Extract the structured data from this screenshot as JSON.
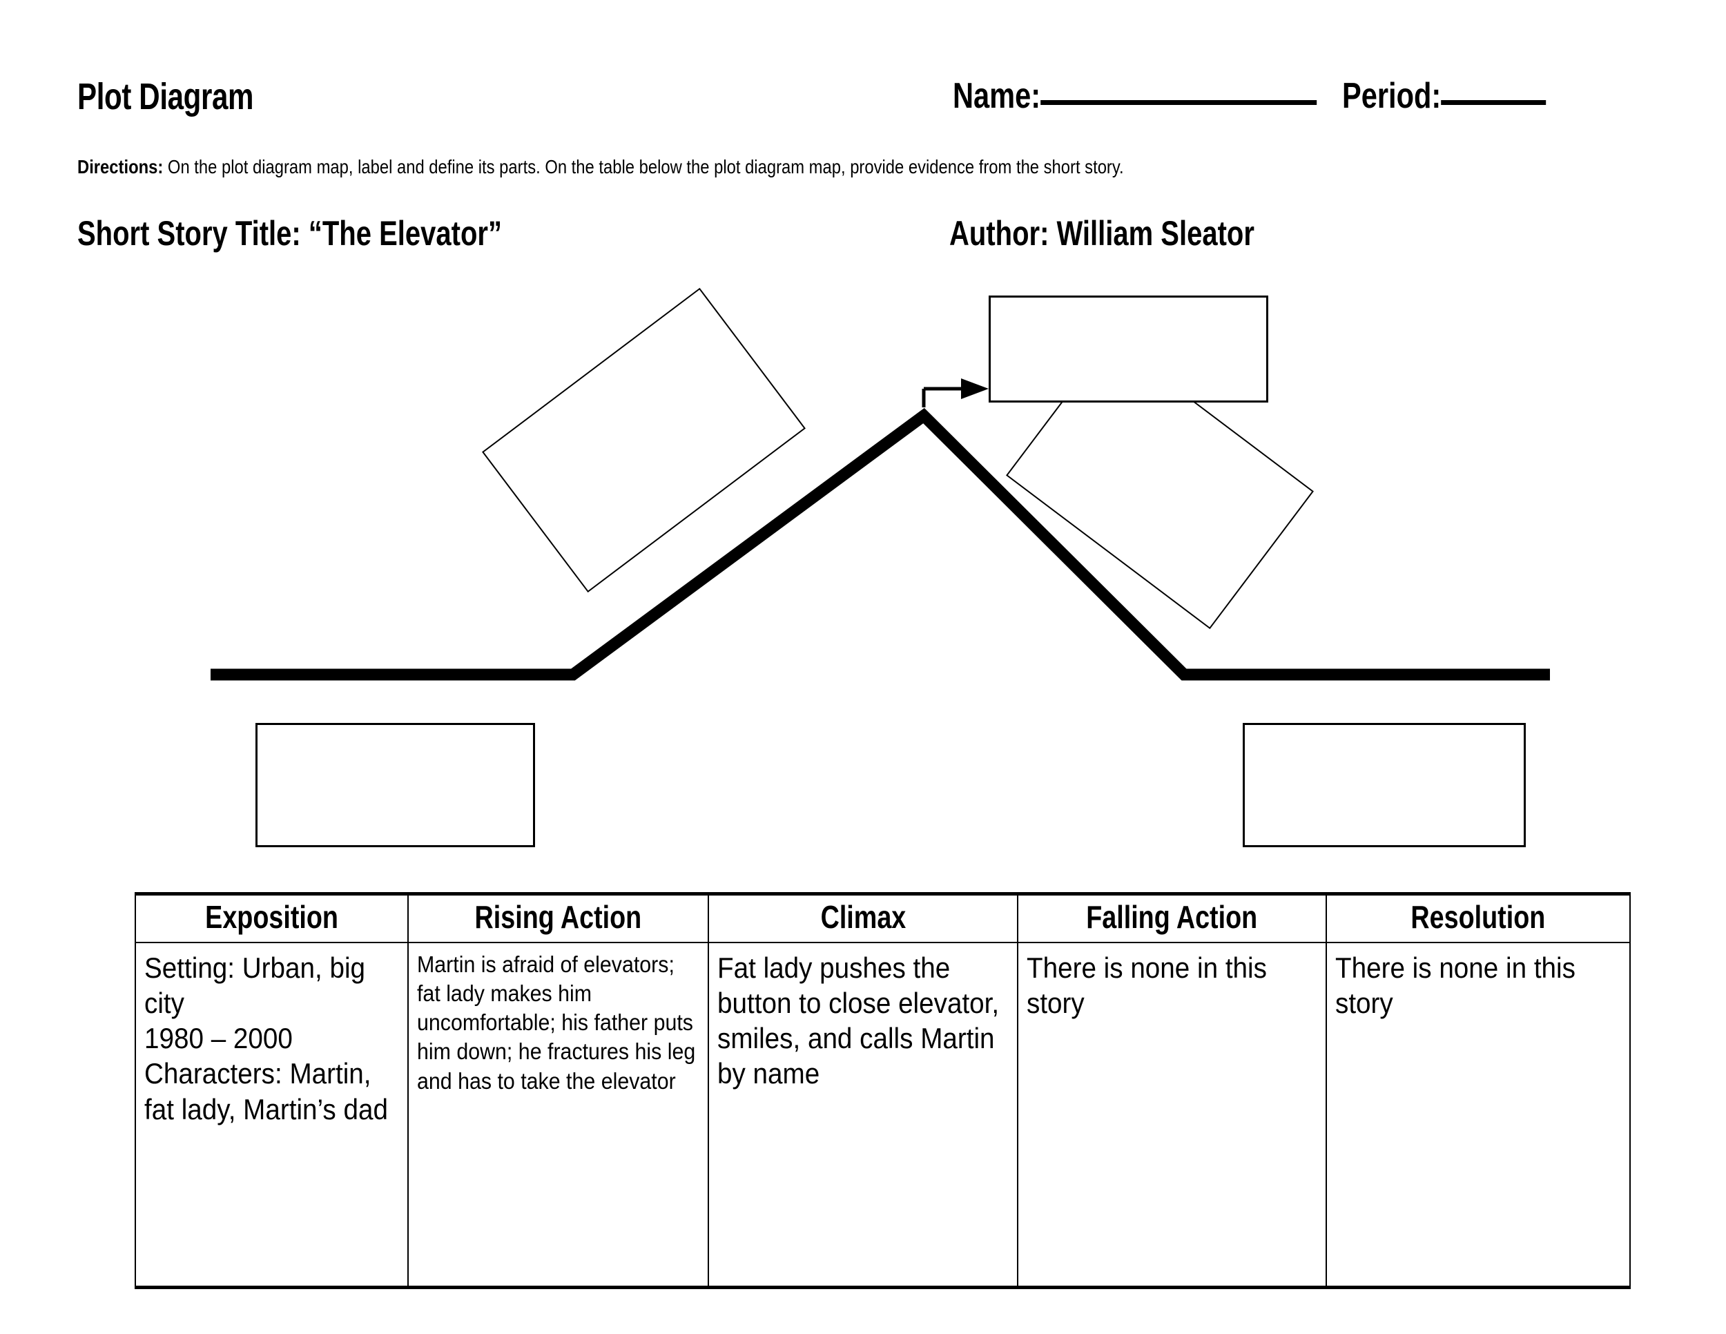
{
  "header": {
    "title": "Plot Diagram",
    "name_label": "Name:",
    "period_label": "Period:",
    "directions_label": "Directions:",
    "directions_text": "On the plot diagram map, label and define its parts. On the table below the plot diagram map, provide evidence from the short story.",
    "story_title_label": "Short Story Title:",
    "story_title_value": "“The Elevator”",
    "author_label": "Author:",
    "author_value": "William Sleator"
  },
  "diagram": {
    "boxes": [
      {
        "id": "exposition",
        "label": ""
      },
      {
        "id": "rising",
        "label": ""
      },
      {
        "id": "climax",
        "label": ""
      },
      {
        "id": "falling",
        "label": ""
      },
      {
        "id": "resolution",
        "label": ""
      }
    ],
    "line_color": "#000000"
  },
  "table": {
    "columns": [
      "Exposition",
      "Rising Action",
      "Climax",
      "Falling Action",
      "Resolution"
    ],
    "row": [
      "Setting:  Urban, big city\n1980 – 2000\nCharacters:  Martin, fat lady, Martin’s dad",
      "Martin is afraid of elevators; fat lady makes him uncomfortable; his father puts him down; he fractures his leg and has to take the elevator",
      "Fat lady pushes the button to close elevator, smiles, and calls Martin by name",
      "There is none in this story",
      "There is none in this story"
    ]
  }
}
